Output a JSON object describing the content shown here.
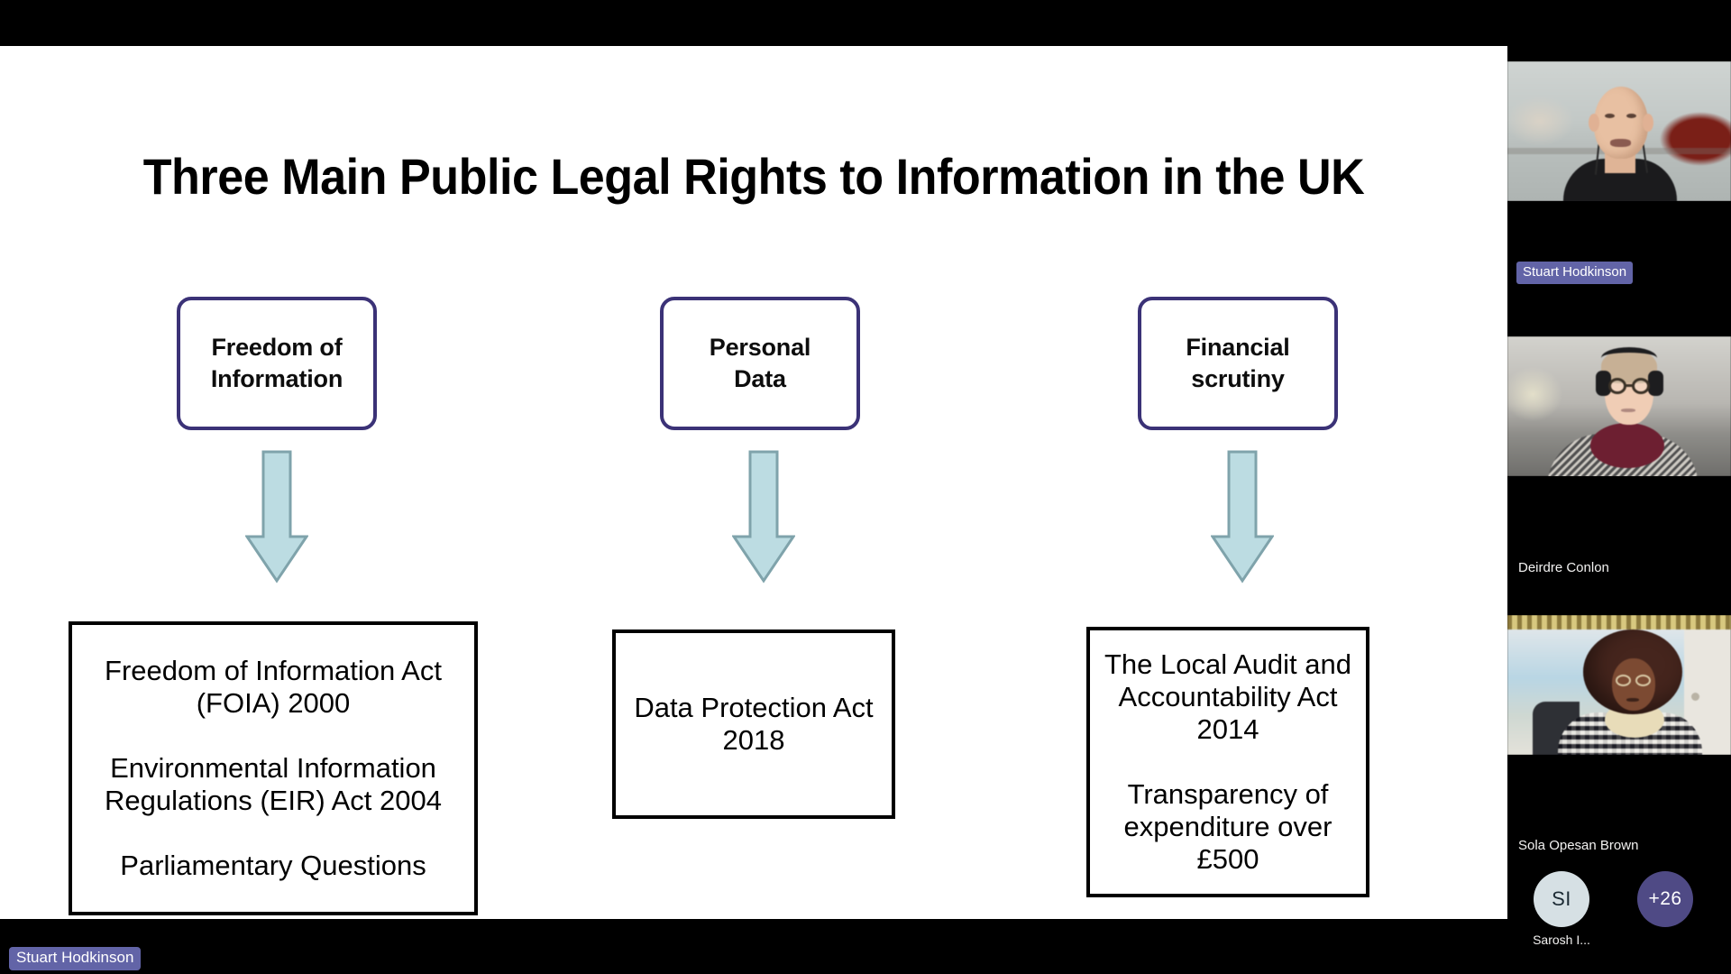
{
  "meeting": {
    "presenter_badge": "Stuart Hodkinson",
    "participants": [
      {
        "name": "Stuart Hodkinson",
        "active_speaker": true
      },
      {
        "name": "Deirdre Conlon",
        "active_speaker": false
      },
      {
        "name": "Sola Opesan Brown",
        "active_speaker": false
      }
    ],
    "avatars": {
      "initials": "SI",
      "initials_label": "Sarosh I...",
      "overflow_count": "+26"
    },
    "colors": {
      "active_speaker_badge": "#6264a7",
      "overflow_avatar": "#4f4a85",
      "initials_avatar": "#d6e0e4",
      "rail_background": "#000000"
    }
  },
  "slide": {
    "title": "Three Main Public Legal Rights to Information in the UK",
    "colors": {
      "top_box_border": "#3b3277",
      "bottom_box_border": "#000000",
      "arrow_fill": "#bcdce2",
      "arrow_stroke": "#7fa3ab",
      "background": "#ffffff"
    },
    "columns": [
      {
        "top_box": "Freedom of\nInformation",
        "top_box_line1": "Freedom of",
        "top_box_line2": "Information",
        "arrow": "down-arrow",
        "bottom_box_paragraphs": [
          "Freedom of Information Act (FOIA) 2000",
          "Environmental Information Regulations (EIR) Act 2004",
          "Parliamentary Questions"
        ]
      },
      {
        "top_box": "Personal\nData",
        "top_box_line1": "Personal",
        "top_box_line2": "Data",
        "arrow": "down-arrow",
        "bottom_box_paragraphs": [
          "Data Protection Act 2018"
        ]
      },
      {
        "top_box": "Financial\nscrutiny",
        "top_box_line1": "Financial",
        "top_box_line2": "scrutiny",
        "arrow": "down-arrow",
        "bottom_box_paragraphs": [
          "The Local Audit and Accountability Act 2014",
          "Transparency of expenditure over £500"
        ]
      }
    ]
  }
}
